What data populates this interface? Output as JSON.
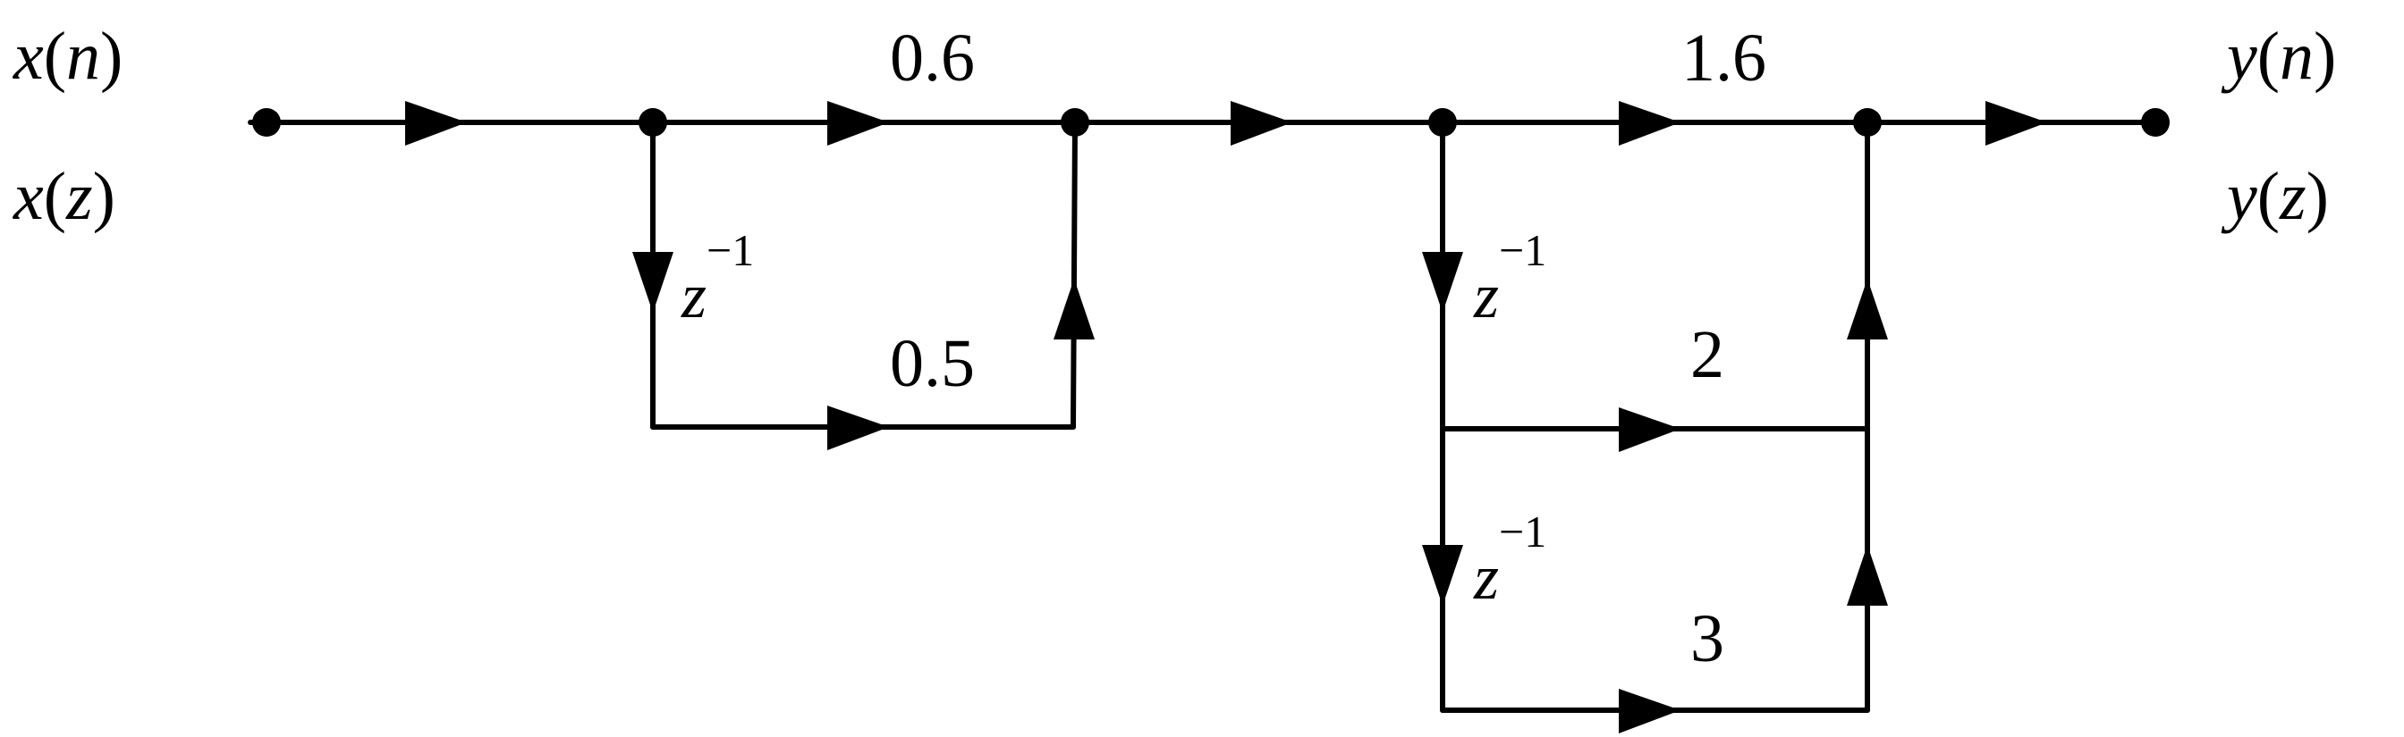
{
  "input": {
    "time_label_fn": "x",
    "time_label_arg": "n",
    "z_label_fn": "x",
    "z_label_arg": "z"
  },
  "output": {
    "time_label_fn": "y",
    "time_label_arg": "n",
    "z_label_fn": "y",
    "z_label_arg": "z"
  },
  "delay": {
    "base": "z",
    "exponent": "−1"
  },
  "coefficients": {
    "feedforward_top_1": "0.6",
    "feedback_1": "0.5",
    "feedforward_top_2": "1.6",
    "branch_2": "2",
    "branch_3": "3"
  }
}
